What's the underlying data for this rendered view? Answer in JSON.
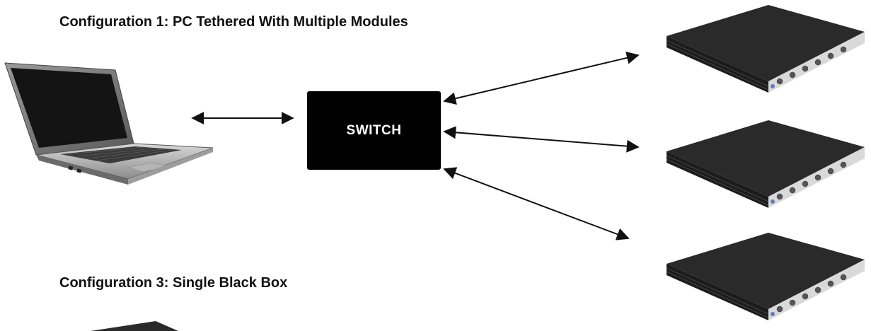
{
  "headings": {
    "config1": "Configuration 1: PC Tethered With Multiple Modules",
    "config3": "Configuration 3: Single Black Box"
  },
  "switch": {
    "label": "SWITCH"
  },
  "colors": {
    "background": "#ffffff",
    "switch_fill": "#000000",
    "switch_text": "#ffffff",
    "arrow": "#111111",
    "module_body": "#2a2a2a",
    "module_front": "#d9d9d9"
  },
  "icons": {
    "laptop": "laptop-icon",
    "module": "data-acquisition-module-icon",
    "single_box": "black-box-icon"
  }
}
